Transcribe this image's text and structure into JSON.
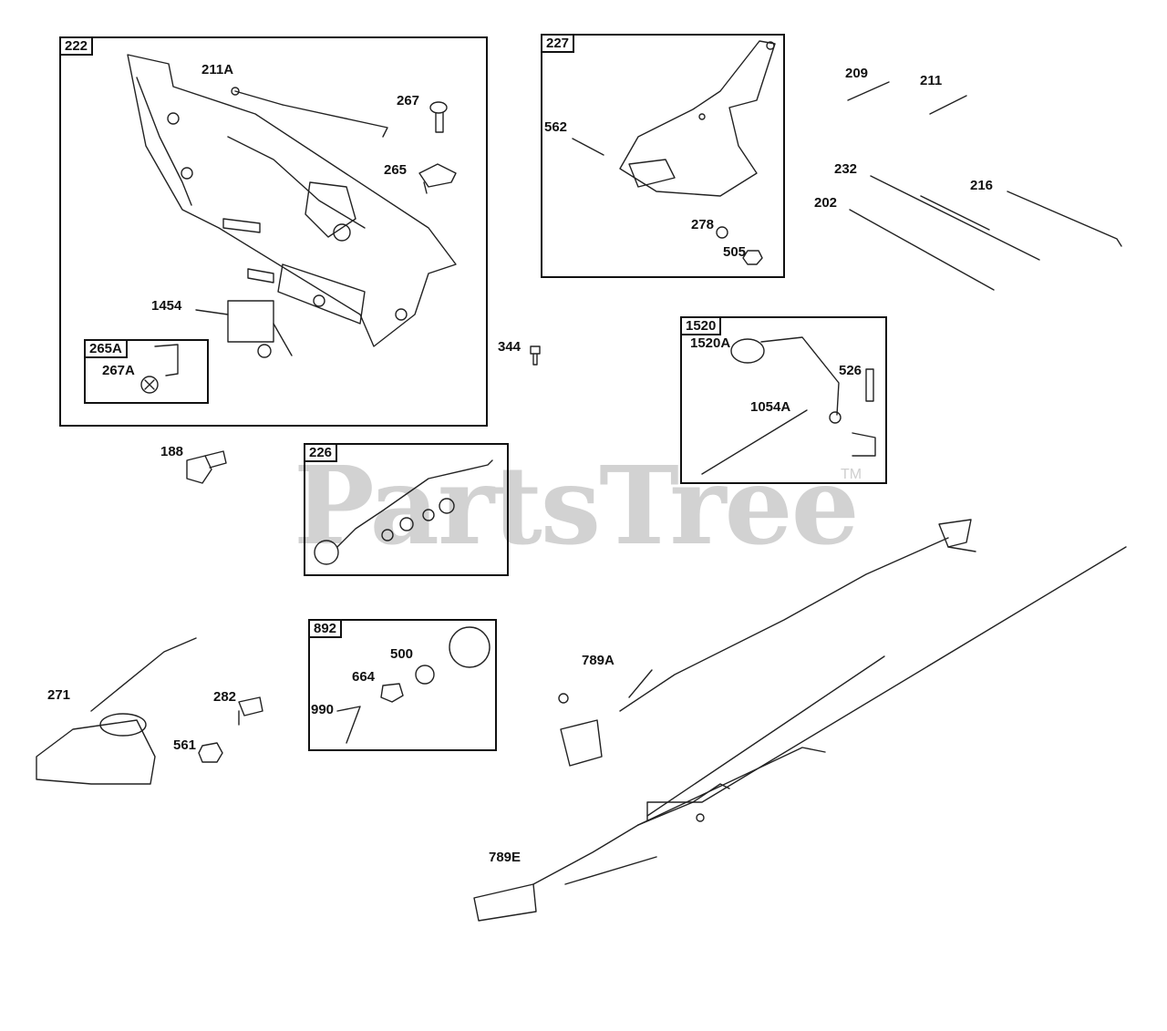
{
  "watermark": {
    "text": "PartsTree",
    "trademark": "TM"
  },
  "boxes": [
    {
      "tag": "222"
    },
    {
      "tag": "265A"
    },
    {
      "tag": "227"
    },
    {
      "tag": "1520"
    },
    {
      "tag": "226"
    },
    {
      "tag": "892"
    }
  ],
  "callouts": [
    {
      "text": "211A"
    },
    {
      "text": "267"
    },
    {
      "text": "265"
    },
    {
      "text": "1454"
    },
    {
      "text": "267A"
    },
    {
      "text": "562"
    },
    {
      "text": "278"
    },
    {
      "text": "505"
    },
    {
      "text": "209"
    },
    {
      "text": "211"
    },
    {
      "text": "232"
    },
    {
      "text": "216"
    },
    {
      "text": "202"
    },
    {
      "text": "344"
    },
    {
      "text": "1520A"
    },
    {
      "text": "526"
    },
    {
      "text": "1054A"
    },
    {
      "text": "188"
    },
    {
      "text": "271"
    },
    {
      "text": "282"
    },
    {
      "text": "561"
    },
    {
      "text": "500"
    },
    {
      "text": "664"
    },
    {
      "text": "990"
    },
    {
      "text": "789A"
    },
    {
      "text": "789E"
    }
  ]
}
